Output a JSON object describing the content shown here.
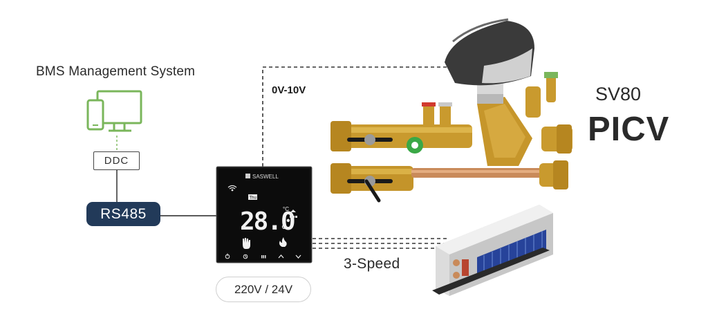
{
  "bms": {
    "title": "BMS Management System"
  },
  "ddc": {
    "label": "DDC"
  },
  "rs485": {
    "label": "RS485"
  },
  "thermostat": {
    "brand": "SASWELL",
    "day": "Thu",
    "temperature": "28.0",
    "unit": "°C",
    "voltage": "220V / 24V"
  },
  "signal": {
    "label": "0V-10V"
  },
  "fan_coil": {
    "label": "3-Speed"
  },
  "valve": {
    "model": "SV80",
    "type": "PICV"
  },
  "colors": {
    "monitor_green": "#7ab65b",
    "rs485_navy": "#223a59",
    "brass": "#c99a2e",
    "actuator_grey": "#3a3a3a",
    "copper": "#c98a5a",
    "coil_blue": "#27439a"
  }
}
